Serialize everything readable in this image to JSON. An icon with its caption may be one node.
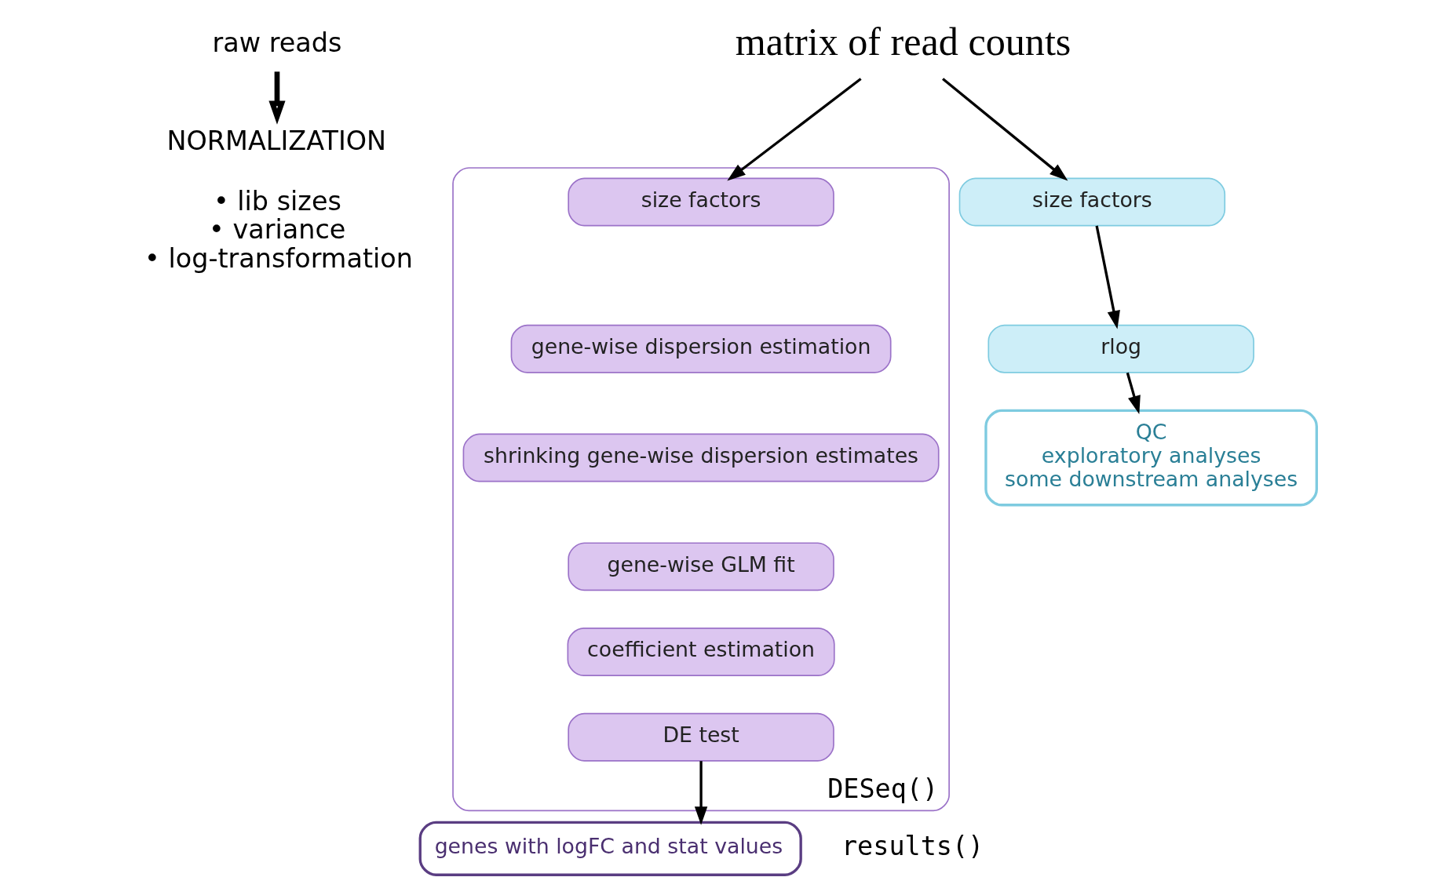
{
  "diagram": {
    "nodes": [
      {
        "text": [
          "raw reads"
        ]
      },
      {
        "text": [
          "NORMALIZATION",
          "• lib sizes",
          "• variance",
          "• log-transformation"
        ]
      },
      {
        "text": [
          "matrix of read counts"
        ]
      },
      {
        "text": [
          "size factors"
        ]
      },
      {
        "text": [
          "rlog"
        ]
      },
      {
        "text": [
          "QC",
          "exploratory analyses",
          "some downstream analyses"
        ]
      },
      {
        "text": [
          "DESeq()"
        ]
      },
      {
        "text": [
          "size factors"
        ],
        "in": 6
      },
      {
        "text": [
          "gene-wise dispersion estimation"
        ],
        "in": 6
      },
      {
        "text": [
          "shrinking gene-wise dispersion estimates"
        ],
        "in": 6
      },
      {
        "text": [
          "gene-wise GLM fit"
        ],
        "in": 6
      },
      {
        "text": [
          "coefficient estimation"
        ],
        "in": 6
      },
      {
        "text": [
          "DE test"
        ],
        "in": 6
      },
      {
        "text": [
          "genes with logFC and stat values"
        ],
        "beside": [
          "results()"
        ]
      }
    ],
    "edges": [
      {
        "from": 0,
        "to": 1,
        "arrow": "to",
        "style": "thick"
      },
      {
        "from": 2,
        "to": 3,
        "arrow": "to"
      },
      {
        "from": 2,
        "to": 7,
        "arrow": "to"
      },
      {
        "from": 3,
        "to": 4,
        "arrow": "to"
      },
      {
        "from": 4,
        "to": 5,
        "arrow": "to"
      },
      {
        "from": 12,
        "to": 13,
        "arrow": "to"
      }
    ]
  }
}
